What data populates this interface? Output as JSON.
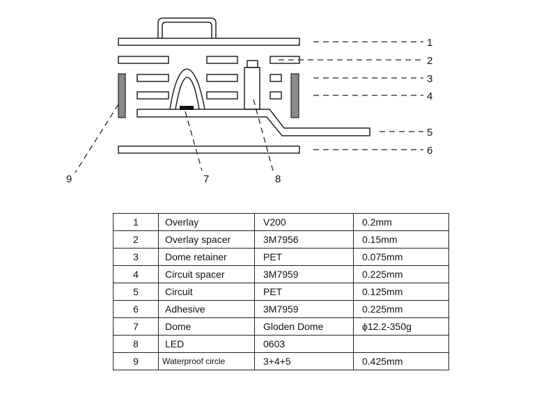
{
  "diagram": {
    "callouts": [
      {
        "id": "1",
        "label": "1"
      },
      {
        "id": "2",
        "label": "2"
      },
      {
        "id": "3",
        "label": "3"
      },
      {
        "id": "4",
        "label": "4"
      },
      {
        "id": "5",
        "label": "5"
      },
      {
        "id": "6",
        "label": "6"
      },
      {
        "id": "7",
        "label": "7"
      },
      {
        "id": "8",
        "label": "8"
      },
      {
        "id": "9",
        "label": "9"
      }
    ],
    "colors": {
      "line": "#222222",
      "post": "#8a8a8a",
      "dome_base": "#111111"
    }
  },
  "table": {
    "rows": [
      {
        "no": "1",
        "layer": "Overlay",
        "material": "V200",
        "thickness": "0.2mm"
      },
      {
        "no": "2",
        "layer": "Overlay spacer",
        "material": "3M7956",
        "thickness": "0.15mm"
      },
      {
        "no": "3",
        "layer": "Dome retainer",
        "material": "PET",
        "thickness": "0.075mm"
      },
      {
        "no": "4",
        "layer": "Circuit spacer",
        "material": "3M7959",
        "thickness": "0.225mm"
      },
      {
        "no": "5",
        "layer": "Circuit",
        "material": "PET",
        "thickness": "0.125mm"
      },
      {
        "no": "6",
        "layer": "Adhesive",
        "material": "3M7959",
        "thickness": "0.225mm"
      },
      {
        "no": "7",
        "layer": "Dome",
        "material": "Gloden Dome",
        "thickness": "ϕ12.2-350g"
      },
      {
        "no": "8",
        "layer": "LED",
        "material": "0603",
        "thickness": ""
      },
      {
        "no": "9",
        "layer": "Waterproof circle",
        "material": "3+4+5",
        "thickness": "0.425mm"
      }
    ]
  }
}
